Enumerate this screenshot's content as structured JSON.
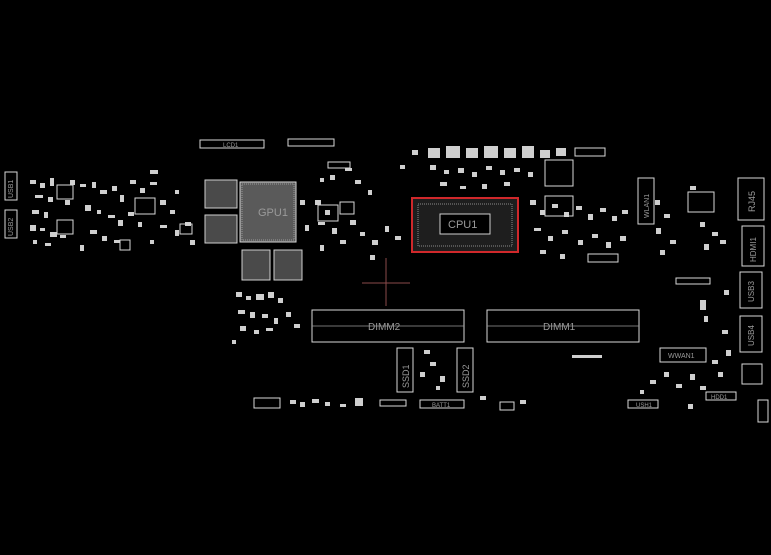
{
  "board": {
    "background": "#000000",
    "trace_color": "#d8d8d8",
    "highlight_color": "#d0282b",
    "cursor_color": "#8a4a4a"
  },
  "components": {
    "gpu": "GPU1",
    "cpu": "CPU1",
    "dimm2": "DIMM2",
    "dimm1": "DIMM1",
    "ssd1": "SSD1",
    "ssd2": "SSD2",
    "lcd": "LCD1",
    "usb1": "USB1",
    "usb2": "USB2",
    "wlan": "WLAN1",
    "rj45": "RJ45",
    "hdmi": "HDMI1",
    "usb3": "USB3",
    "usb4": "USB4",
    "wwan": "WWAN1",
    "hdd": "HDD1",
    "batt": "BATT1",
    "usb_bottom": "USH1"
  },
  "selected_component": "CPU1"
}
